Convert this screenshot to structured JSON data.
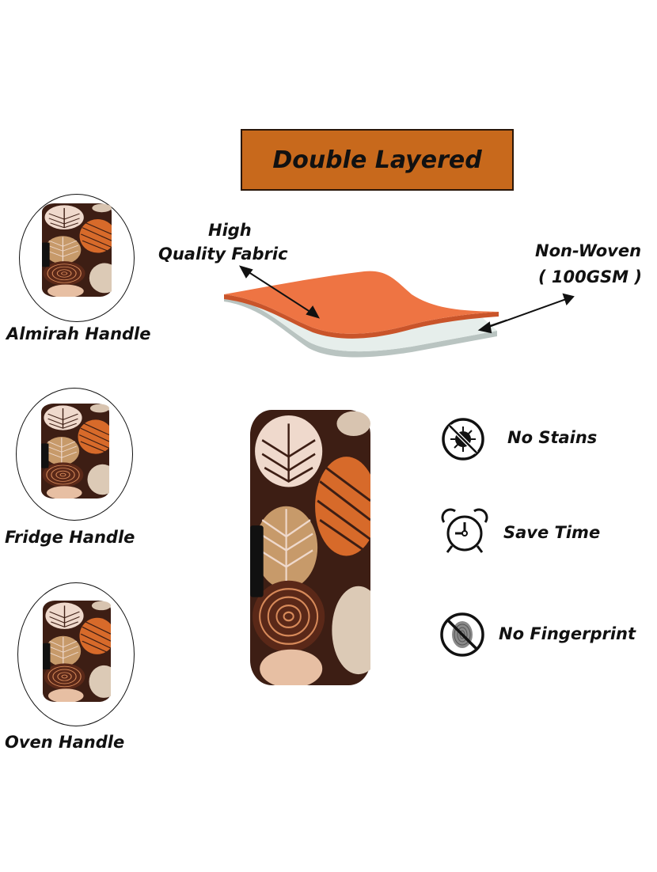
{
  "header": {
    "title": "Double Layered"
  },
  "layers_diagram": {
    "top_layer_label_line1": "High",
    "top_layer_label_line2": "Quality Fabric",
    "bottom_layer_label_line1": "Non-Woven",
    "bottom_layer_label_line2": "( 100GSM )",
    "colors": {
      "top_layer": "#ee7443",
      "top_edge": "#c9542a",
      "bottom_layer": "#e6eeeb",
      "bottom_edge": "#b9c4c1"
    }
  },
  "uses": [
    {
      "label": "Almirah Handle"
    },
    {
      "label": "Fridge Handle"
    },
    {
      "label": "Oven Handle"
    }
  ],
  "features": [
    {
      "icon": "no-virus-icon",
      "label": "No Stains"
    },
    {
      "icon": "alarm-clock-icon",
      "label": "Save Time"
    },
    {
      "icon": "no-fingerprint-icon",
      "label": "No Fingerprint"
    }
  ],
  "colors": {
    "title_bg": "#c8691c",
    "fabric_brown": "#3d1e14",
    "leaf_cream": "#efd9cc",
    "leaf_orange": "#d76a2a",
    "leaf_tan": "#c79a6a"
  }
}
